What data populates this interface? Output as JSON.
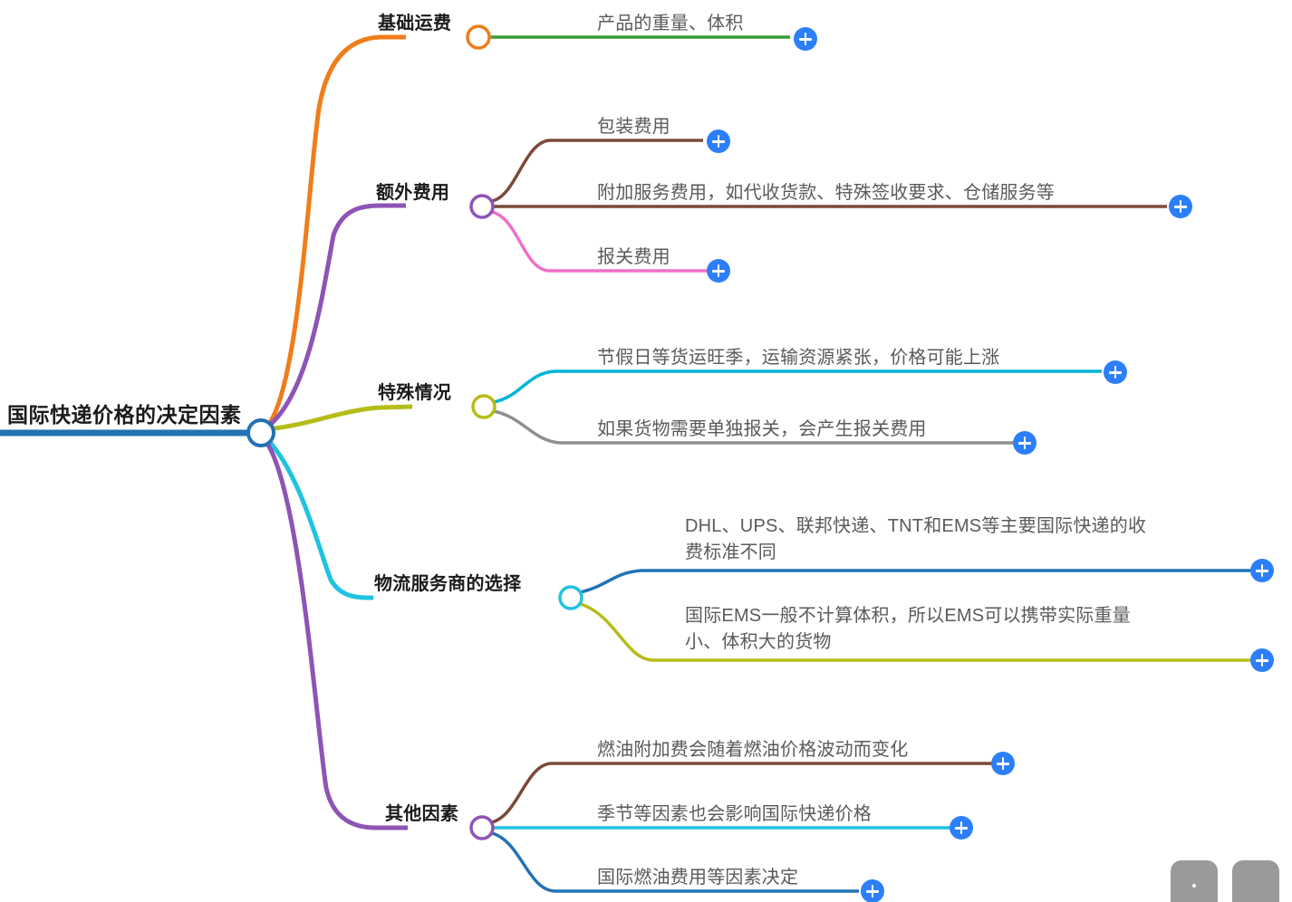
{
  "mindmap": {
    "root": {
      "label": "国际快递价格的决定因素",
      "node_color": "#2272b5",
      "underline_color": "#2272b5"
    },
    "branches": [
      {
        "label": "基础运费",
        "branch_color": "#ef7d1a",
        "node_color": "#ef7d1a",
        "children": [
          {
            "lines": [
              "产品的重量、体积"
            ],
            "line_color": "#3a9c35",
            "expand_label": "+"
          }
        ]
      },
      {
        "label": "额外费用",
        "branch_color": "#8e54b5",
        "node_color": "#8e54b5",
        "children": [
          {
            "lines": [
              "包装费用"
            ],
            "line_color": "#7b4a3a",
            "expand_label": "+"
          },
          {
            "lines": [
              "附加服务费用，如代收货款、特殊签收要求、仓储服务等"
            ],
            "line_color": "#7b4a3a",
            "expand_label": "+"
          },
          {
            "lines": [
              "报关费用"
            ],
            "line_color": "#f06fc8",
            "expand_label": "+"
          }
        ]
      },
      {
        "label": "特殊情况",
        "branch_color": "#b5bd17",
        "node_color": "#b5bd17",
        "children": [
          {
            "lines": [
              "节假日等货运旺季，运输资源紧张，价格可能上涨"
            ],
            "line_color": "#00b4d8",
            "expand_label": "+"
          },
          {
            "lines": [
              "如果货物需要单独报关，会产生报关费用"
            ],
            "line_color": "#8f8f8f",
            "expand_label": "+"
          }
        ]
      },
      {
        "label": "物流服务商的选择",
        "branch_color": "#1fc3e0",
        "node_color": "#1fc3e0",
        "children": [
          {
            "lines": [
              "DHL、UPS、联邦快递、TNT和EMS等主要国际快递的收",
              "费标准不同"
            ],
            "line_color": "#2272b5",
            "expand_label": "+"
          },
          {
            "lines": [
              "国际EMS一般不计算体积，所以EMS可以携带实际重量",
              "小、体积大的货物"
            ],
            "line_color": "#b5bd17",
            "expand_label": "+"
          }
        ]
      },
      {
        "label": "其他因素",
        "branch_color": "#8e54b5",
        "node_color": "#8e54b5",
        "children": [
          {
            "lines": [
              "燃油附加费会随着燃油价格波动而变化"
            ],
            "line_color": "#7b4a3a",
            "expand_label": "+"
          },
          {
            "lines": [
              "季节等因素也会影响国际快递价格"
            ],
            "line_color": "#1fc3e0",
            "expand_label": "+"
          },
          {
            "lines": [
              "国际燃油费用等因素决定"
            ],
            "line_color": "#2272b5",
            "expand_label": "+"
          }
        ]
      }
    ],
    "toolbar": {
      "buttons": [
        "toolbar-button-1",
        "toolbar-button-2"
      ]
    }
  }
}
